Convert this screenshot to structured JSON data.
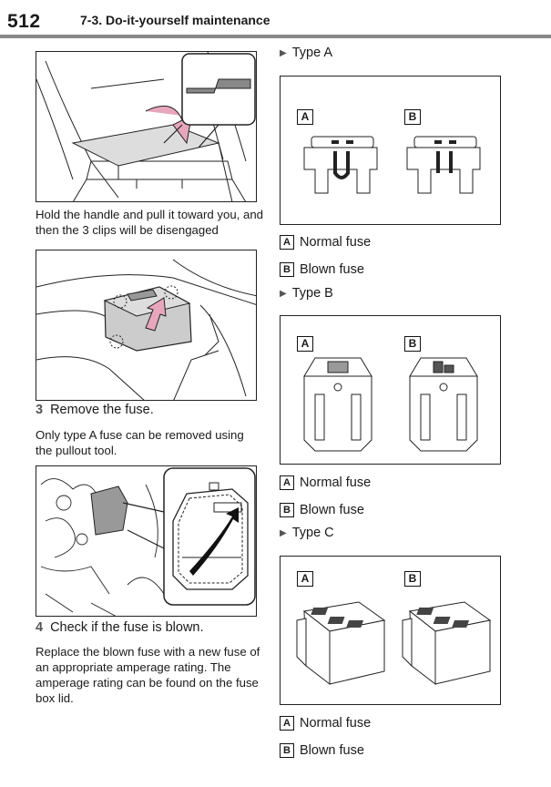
{
  "header": {
    "page_number": "512",
    "section": "7-3. Do-it-yourself maintenance"
  },
  "left": {
    "fig1_caption": "Hold the handle and pull it toward you, and then the 3 clips will be disengaged",
    "step3": {
      "num": "3",
      "text": "Remove the fuse."
    },
    "step3_note": "Only type A fuse can be removed using the pullout tool.",
    "step4": {
      "num": "4",
      "text": "Check if the fuse is blown."
    },
    "step4_note": "Replace the blown fuse with a new fuse of an appropriate amperage rating. The amperage rating can be found on the fuse box lid."
  },
  "right": {
    "types": [
      {
        "heading": "Type A",
        "label_a": "A",
        "label_b": "B",
        "legend_a": "Normal fuse",
        "legend_b": "Blown fuse"
      },
      {
        "heading": "Type B",
        "label_a": "A",
        "label_b": "B",
        "legend_a": "Normal fuse",
        "legend_b": "Blown fuse"
      },
      {
        "heading": "Type C",
        "label_a": "A",
        "label_b": "B",
        "legend_a": "Normal fuse",
        "legend_b": "Blown fuse"
      }
    ]
  },
  "colors": {
    "accent_pink": "#e8a6bd",
    "rule_gray": "#888888"
  },
  "icons": {
    "bullet": "triangle-right-icon",
    "arrow": "curved-arrow-icon"
  }
}
